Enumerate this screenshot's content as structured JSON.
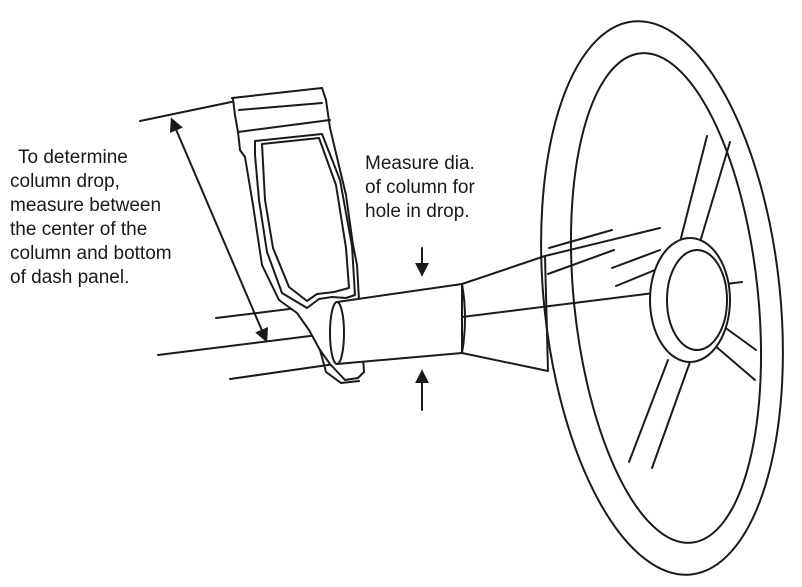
{
  "diagram": {
    "column_drop_note": {
      "lines": [
        "To determine",
        "column drop,",
        "measure between",
        "the center of the",
        "column and bottom",
        "of dash panel."
      ]
    },
    "diameter_note": {
      "lines": [
        "Measure dia.",
        "of column for",
        "hole in drop."
      ]
    },
    "colors": {
      "line": "#1a1a1a",
      "background": "#ffffff"
    }
  }
}
